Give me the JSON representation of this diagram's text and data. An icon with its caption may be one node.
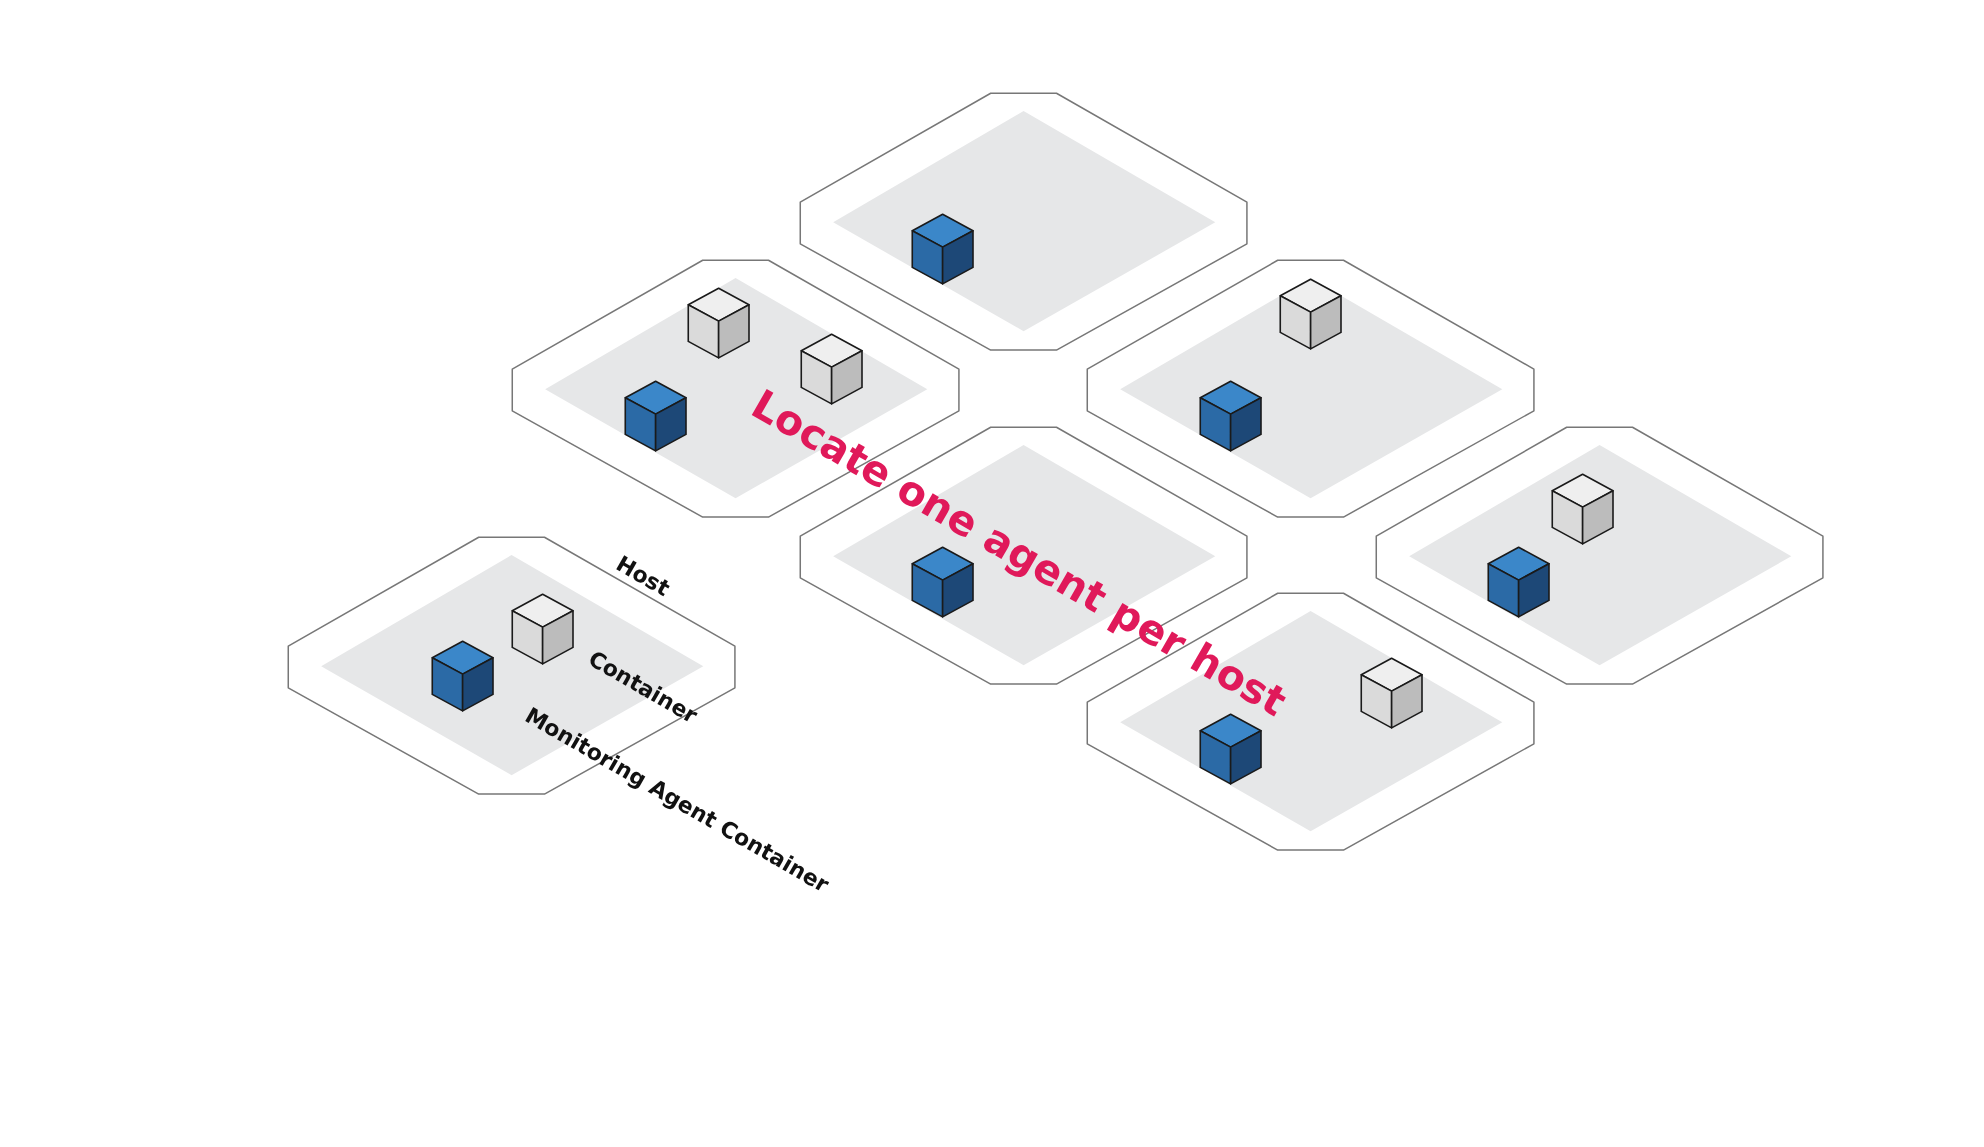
{
  "diagram": {
    "nodes": [
      {
        "text": [],
        "shape": "octagon"
      },
      {
        "text": [],
        "shape": "cube",
        "in": 0
      },
      {
        "text": [],
        "shape": "octagon"
      },
      {
        "text": [],
        "shape": "cube",
        "in": 2
      },
      {
        "text": [],
        "shape": "cube",
        "in": 2
      },
      {
        "text": [],
        "shape": "cube",
        "in": 2
      },
      {
        "text": [],
        "shape": "octagon"
      },
      {
        "text": [],
        "shape": "cube",
        "in": 6
      },
      {
        "text": [],
        "shape": "cube",
        "in": 6
      },
      {
        "text": [],
        "shape": "octagon"
      },
      {
        "text": [],
        "shape": "cube",
        "in": 9
      },
      {
        "text": [],
        "shape": "octagon"
      },
      {
        "text": [],
        "shape": "cube",
        "in": 11
      },
      {
        "text": [],
        "shape": "cube",
        "in": 11
      },
      {
        "text": [
          "Host"
        ]
      },
      {
        "text": [],
        "shape": "cube",
        "in": 14,
        "beside": [
          "Container"
        ]
      },
      {
        "text": [],
        "shape": "cube",
        "in": 14,
        "beside": [
          "Monitoring Agent Container"
        ]
      },
      {
        "text": [],
        "shape": "octagon"
      },
      {
        "text": [],
        "shape": "cube",
        "in": 17
      },
      {
        "text": [],
        "shape": "cube",
        "in": 17
      }
    ],
    "labels": [
      "Locate one agent per host"
    ]
  }
}
